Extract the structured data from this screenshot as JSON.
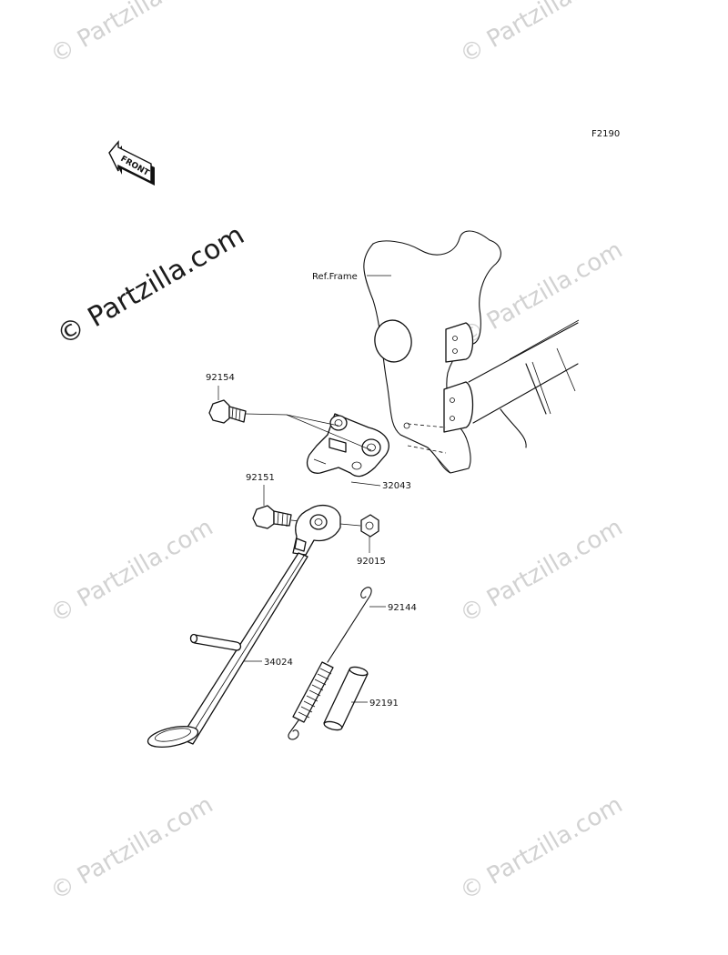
{
  "diagram": {
    "figure_code": "F2190",
    "front_badge": "FRONT",
    "ref_label": "Ref.Frame",
    "watermark": "© Partzilla.com",
    "parts": [
      {
        "id": "bolt-upper",
        "number": "92154"
      },
      {
        "id": "bracket",
        "number": "32043"
      },
      {
        "id": "bolt-pivot",
        "number": "92151"
      },
      {
        "id": "nut",
        "number": "92015"
      },
      {
        "id": "spring",
        "number": "92144"
      },
      {
        "id": "side-stand",
        "number": "34024"
      },
      {
        "id": "spring-cover",
        "number": "92191"
      }
    ]
  }
}
